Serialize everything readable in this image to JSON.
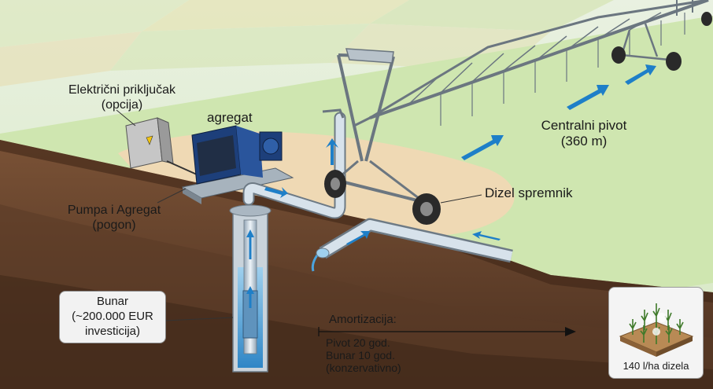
{
  "labels": {
    "electric_title": "Električni priključak",
    "electric_sub": "(opcija)",
    "agregat": "agregat",
    "pump_title": "Pumpa i Agregat",
    "pump_sub": "(pogon)",
    "pivot_title": "Centralni pivot",
    "pivot_sub": "(360 m)",
    "tank": "Dizel spremnik",
    "well_line1": "Bunar",
    "well_line2": "(~200.000 EUR",
    "well_line3": "investicija)",
    "amort_title": "Amortizacija:",
    "amort_line1": "Pivot 20 god.",
    "amort_line2": "Bunar 10 god.",
    "amort_line3": "(konzervativno)",
    "fuel": "140 l/ha dizela"
  },
  "colors": {
    "soil_dark": "#4a2f1f",
    "soil_mid": "#6b4a33",
    "sand": "#efd9b4",
    "grass": "#cfe6b0",
    "pipe": "#c9d7e3",
    "water": "#58a9dd",
    "arrow": "#1e7fc8",
    "engine": "#1d3f7a"
  }
}
